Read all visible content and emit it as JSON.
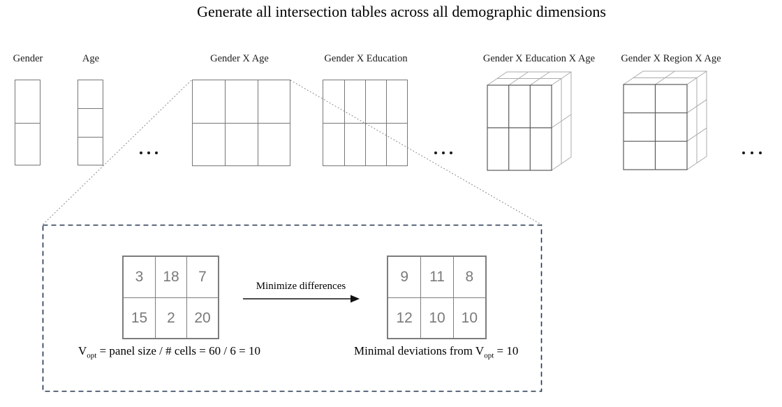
{
  "title": "Generate all intersection tables across all demographic dimensions",
  "top_row": {
    "tables": [
      {
        "label": "Gender",
        "cols": 1,
        "rows": 2
      },
      {
        "label": "Age",
        "cols": 1,
        "rows": 3
      },
      {
        "label": "Gender X Age",
        "cols": 3,
        "rows": 2
      },
      {
        "label": "Gender X Education",
        "cols": 4,
        "rows": 2
      },
      {
        "label": "Gender X Education X Age",
        "cols": 3,
        "rows": 2,
        "depth": 2
      },
      {
        "label": "Gender X Region X Age",
        "cols": 2,
        "rows": 3,
        "depth": 2
      }
    ],
    "icons": {
      "ellipsis": "three-dots"
    }
  },
  "zoom_panel": {
    "left_table": {
      "rows": [
        [
          3,
          18,
          7
        ],
        [
          15,
          2,
          20
        ]
      ]
    },
    "right_table": {
      "rows": [
        [
          9,
          11,
          8
        ],
        [
          12,
          10,
          10
        ]
      ]
    },
    "arrow_label": "Minimize differences",
    "left_caption": {
      "prefix": "V",
      "sub": "opt",
      "rest": " = panel size / # cells = 60 / 6 = 10"
    },
    "right_caption": {
      "prefix": "Minimal deviations from V",
      "sub": "opt",
      "rest": " = 10"
    }
  },
  "colors": {
    "dashed_box": "#22344f",
    "number_text": "#7a7a7a",
    "number_table_border": "#7d7d7d",
    "top_table_border": "#777777",
    "connector": "#8c8c8c"
  }
}
